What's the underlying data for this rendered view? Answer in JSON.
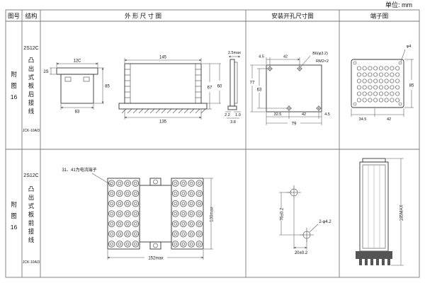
{
  "unit_label": "单位: mm",
  "headers": {
    "fig": "图号",
    "structure": "结构",
    "outline": "外 形 尺 寸 图",
    "install": "安装开孔尺寸图",
    "terminal": "端子图"
  },
  "rows": [
    {
      "fig": [
        "附",
        "图",
        "16"
      ],
      "model": "2S12C",
      "mount": [
        "凸",
        "出",
        "式",
        "板",
        "后",
        "接",
        "线"
      ],
      "code": "JCK-10A/3",
      "outline": {
        "top_w": "12C",
        "flange_h": "2S",
        "side_h": "85",
        "bottom_w": "83",
        "front_w": "145",
        "front_w2": "135",
        "h_outer": "67",
        "h_inner": "60",
        "panel_t": "2.5max",
        "t1": "2.2",
        "t2": "1.0",
        "t3": "3.8"
      },
      "install": {
        "off": "4.5",
        "pitch": "42",
        "hole_note": "B6(φ3.2)",
        "screw_note": "RM2×2",
        "h1": "77",
        "h2": "63",
        "b1": "32.5",
        "b2": "42",
        "b3": "4.5",
        "total": "79"
      },
      "terminal": {
        "hole_note": "φ4",
        "h": "85",
        "w1": "34.5",
        "w2": "42"
      }
    },
    {
      "fig": [
        "附",
        "图",
        "16"
      ],
      "model": "2S12C",
      "mount": [
        "凸",
        "出",
        "式",
        "板",
        "前",
        "接",
        "线"
      ],
      "code": "JCK-10A/3",
      "outline": {
        "note": "31、41为电流端子",
        "w": "152max",
        "h": "100max"
      },
      "install": {
        "v": "76±0.2",
        "holes": "2-φ4.2",
        "h": "20±0.2"
      },
      "terminal": {
        "h": "185MAX"
      }
    }
  ]
}
